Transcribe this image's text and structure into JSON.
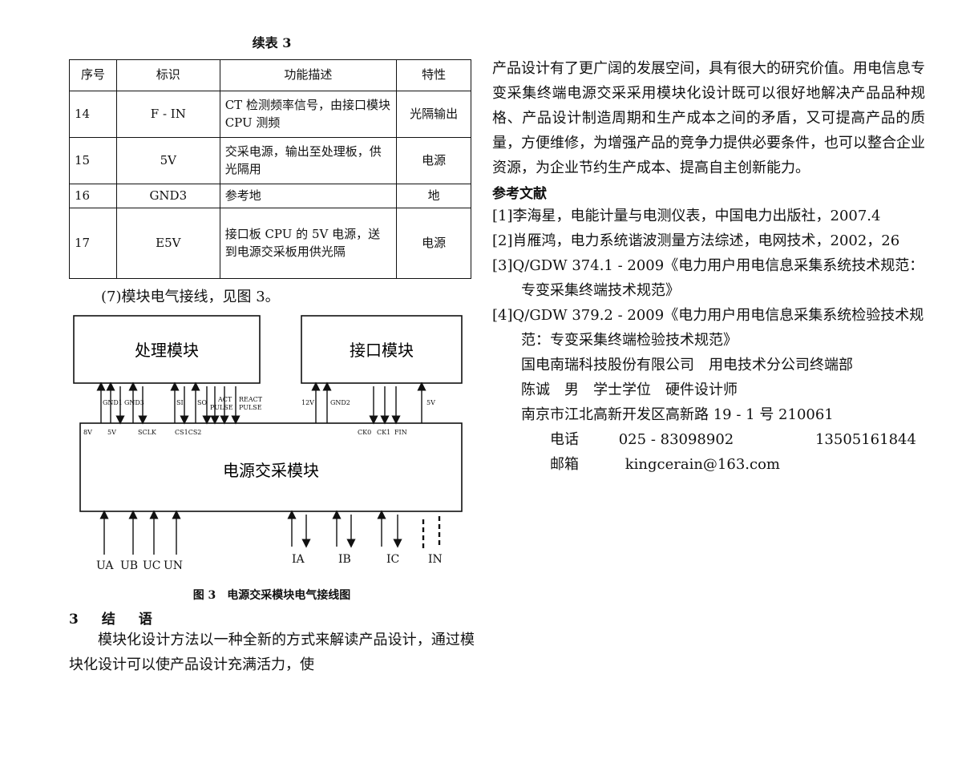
{
  "table": {
    "caption": "续表 3",
    "headers": [
      "序号",
      "标识",
      "功能描述",
      "特性"
    ],
    "rows": [
      {
        "num": "14",
        "id": "F - IN",
        "desc": "CT 检测频率信号，由接口模块 CPU 测频",
        "prop": "光隔输出"
      },
      {
        "num": "15",
        "id": "5V",
        "desc": "交采电源，输出至处理板，供光隔用",
        "prop": "电源"
      },
      {
        "num": "16",
        "id": "GND3",
        "desc": "参考地",
        "prop": "地"
      },
      {
        "num": "17",
        "id": "E5V",
        "desc": "接口板 CPU 的 5V 电源，送到电源交采板用供光隔",
        "prop": "电源"
      }
    ]
  },
  "see_figure": "(7)模块电气接线，见图 3。",
  "figure": {
    "box_processing": "处理模块",
    "box_interface": "接口模块",
    "box_power": "电源交采模块",
    "upper_labels": [
      "GND1",
      "GND3",
      "SI",
      "SO",
      "ACT",
      "PULSE",
      "REACT",
      "PULSE",
      "12V",
      "GND2",
      "5V"
    ],
    "inner_left_labels": [
      "8V",
      "5V",
      "SCLK",
      "CS1CS2"
    ],
    "inner_right_labels": [
      "CK0",
      "CK1",
      "FIN"
    ],
    "bottom_voltage_labels": [
      "UA",
      "UB",
      "UC",
      "UN"
    ],
    "bottom_current_labels": [
      "IA",
      "IB",
      "IC",
      "IN"
    ],
    "caption": "图 3　电源交采模块电气接线图"
  },
  "section": {
    "title": "3　结　语",
    "para1": "模块化设计方法以一种全新的方式来解读产品设计，通过模块化设计可以使产品设计充满活力，使"
  },
  "right": {
    "para_cont": "产品设计有了更广阔的发展空间，具有很大的研究价值。用电信息专变采集终端电源交采采用模块化设计既可以很好地解决产品品种规格、产品设计制造周期和生产成本之间的矛盾，又可提高产品的质量，方便维修，为增强产品的竞争力提供必要条件，也可以整合企业资源，为企业节约生产成本、提高自主创新能力。",
    "refs_title": "参考文献",
    "refs": [
      "[1]李海星，电能计量与电测仪表，中国电力出版社，2007.4",
      "[2]肖雁鸿，电力系统谐波测量方法综述，电网技术，2002，26",
      "[3]Q/GDW 374.1 - 2009《电力用户用电信息采集系统技术规范：专变采集终端技术规范》",
      "[4]Q/GDW 379.2 - 2009《电力用户用电信息采集系统检验技术规范：专变采集终端检验技术规范》"
    ],
    "affiliation": "国电南瑞科技股份有限公司　用电技术分公司终端部",
    "author": "陈诚　男　学士学位　硬件设计师",
    "address": "南京市江北高新开发区高新路 19 - 1 号 210061",
    "phone_label": "电话",
    "phone": "025 - 83098902",
    "mobile": "13505161844",
    "email_label": "邮箱",
    "email": "kingcerain@163.com"
  }
}
